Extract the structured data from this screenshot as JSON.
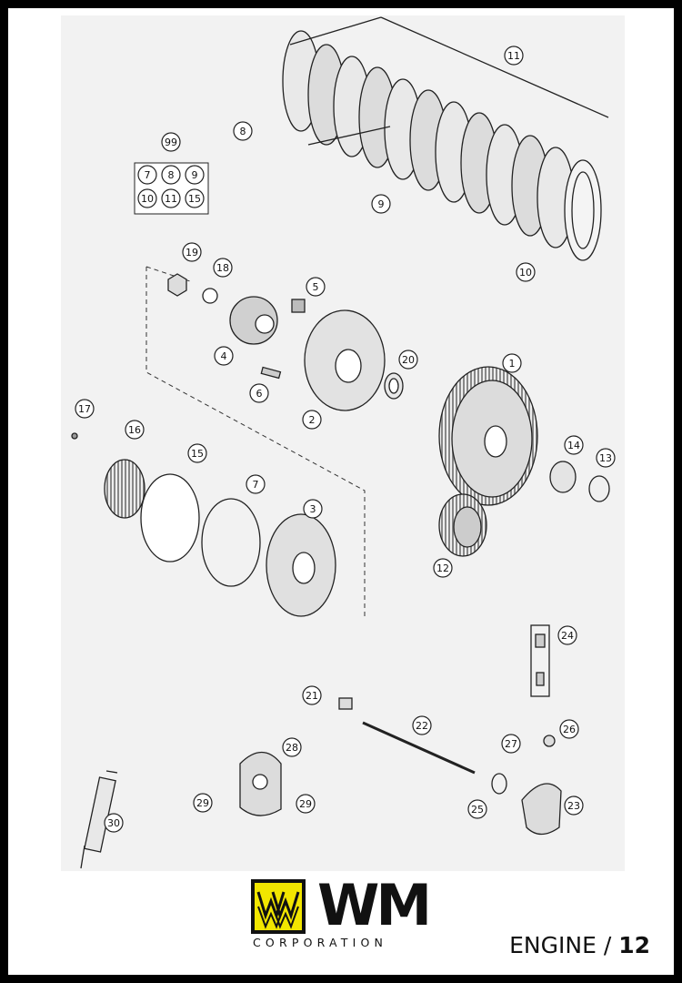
{
  "callouts": [
    {
      "label": "11"
    },
    {
      "label": "8"
    },
    {
      "label": "99"
    },
    {
      "label": "9"
    },
    {
      "label": "10"
    },
    {
      "label": "19"
    },
    {
      "label": "18"
    },
    {
      "label": "5"
    },
    {
      "label": "4"
    },
    {
      "label": "20"
    },
    {
      "label": "1"
    },
    {
      "label": "6"
    },
    {
      "label": "2"
    },
    {
      "label": "17"
    },
    {
      "label": "16"
    },
    {
      "label": "15"
    },
    {
      "label": "7"
    },
    {
      "label": "3"
    },
    {
      "label": "14"
    },
    {
      "label": "13"
    },
    {
      "label": "12"
    },
    {
      "label": "24"
    },
    {
      "label": "21"
    },
    {
      "label": "22"
    },
    {
      "label": "26"
    },
    {
      "label": "27"
    },
    {
      "label": "28"
    },
    {
      "label": "29"
    },
    {
      "label": "29"
    },
    {
      "label": "25"
    },
    {
      "label": "23"
    },
    {
      "label": "30"
    }
  ],
  "kit_grid": [
    "7",
    "8",
    "9",
    "10",
    "11",
    "15"
  ],
  "brand": {
    "logo_text": "WM",
    "subtitle": "CORPORATION"
  },
  "footer": {
    "section": "ENGINE /",
    "page_number": "12"
  },
  "colors": {
    "logo_yellow": "#f2e600",
    "line": "#222222",
    "part_fill": "#d8d8d8"
  }
}
